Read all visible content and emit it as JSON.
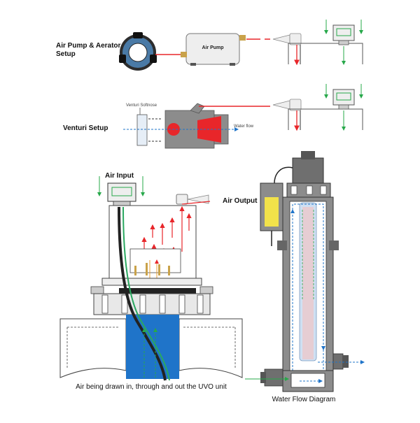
{
  "labels": {
    "air_pump_setup_line1": "Air Pump & Aerator",
    "air_pump_setup_line2": "Setup",
    "air_pump": "Air Pump",
    "venturi_softnose": "Venturi Softnose",
    "venturi_setup": "Venturi Setup",
    "water_flow": "Water flow",
    "air_input": "Air Input",
    "air_output": "Air Output",
    "caption_air": "Air being drawn in, through and out the UVO unit",
    "caption_water": "Water Flow Diagram"
  },
  "colors": {
    "air_arrow": "#e8262a",
    "water_arrow": "#27a84a",
    "housing_gray": "#8c8c8c",
    "tube_blue": "#1f74c9",
    "ballast_yellow": "#f2e24a",
    "aerator_blue": "#4a7aa6"
  }
}
